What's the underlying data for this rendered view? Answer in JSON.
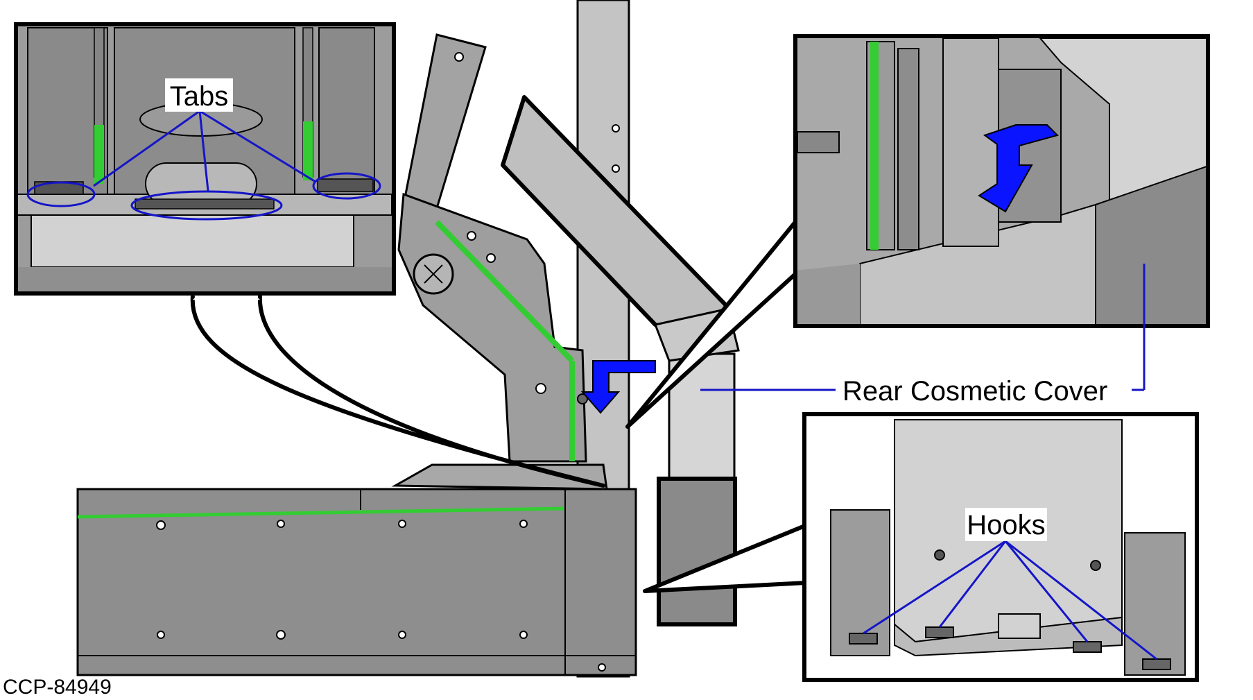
{
  "figure_code": "CCP-84949",
  "callouts": {
    "tabs": "Tabs",
    "rear_cover": "Rear Cosmetic Cover",
    "hooks": "Hooks"
  },
  "colors": {
    "part_gray": "#9a9a9a",
    "part_light": "#d0d0d0",
    "part_dark": "#7e7e7e",
    "outline": "#000000",
    "leader_blue": "#1515c8",
    "arrow_blue": "#0a14ff",
    "green_stripe": "#33cc33"
  }
}
